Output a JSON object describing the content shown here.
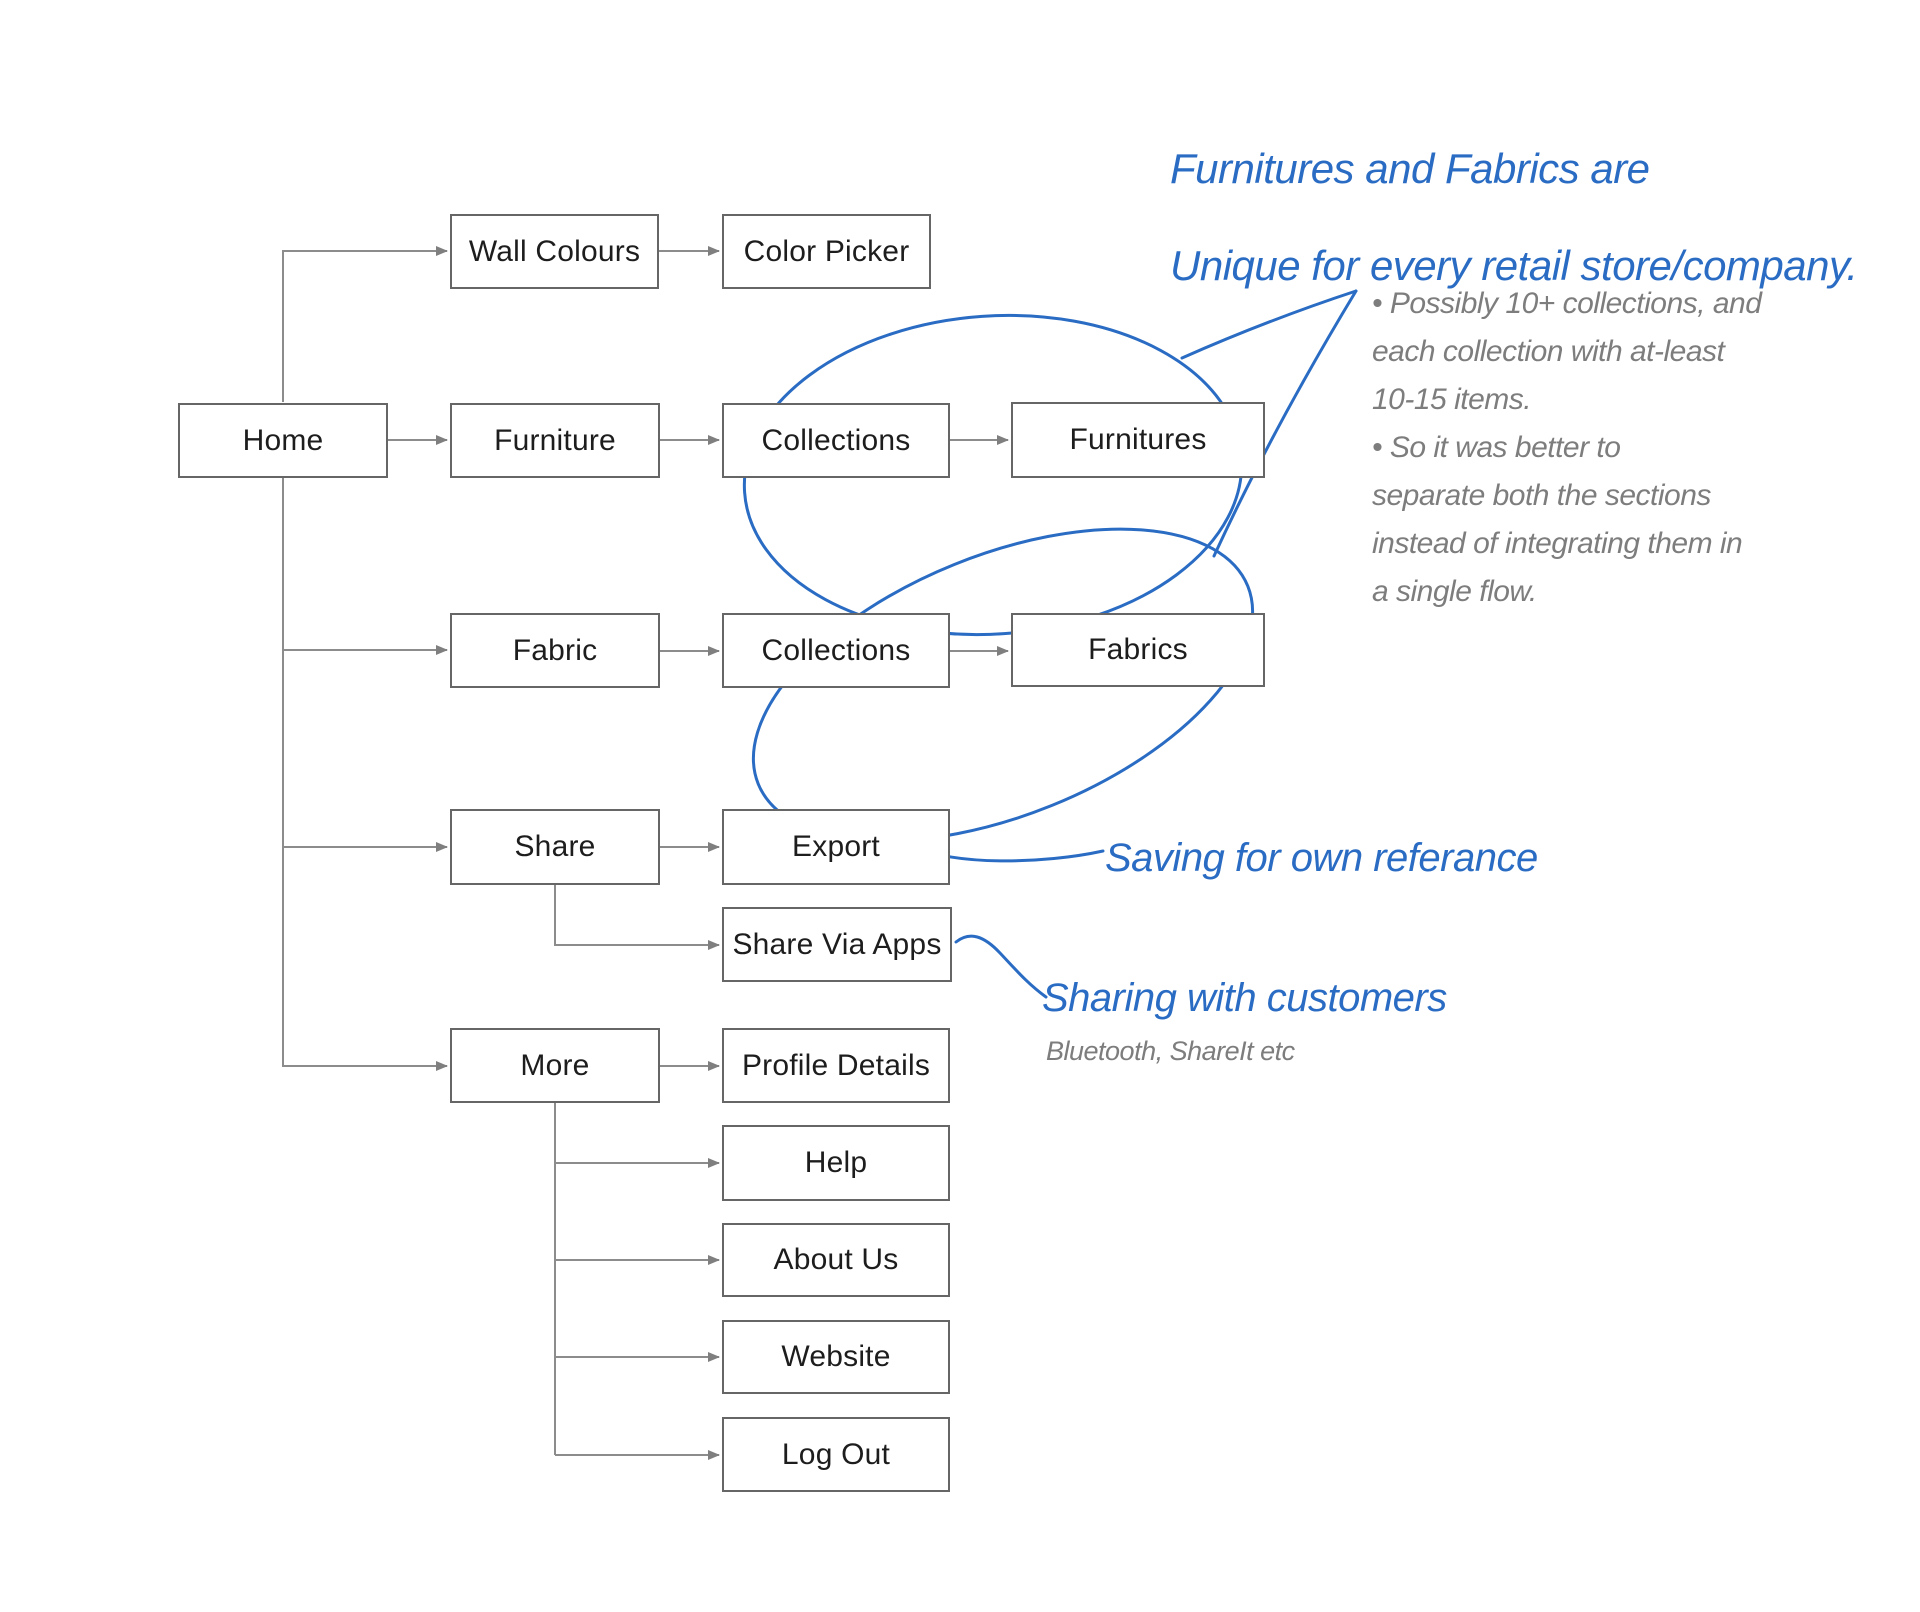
{
  "nodes": {
    "home": {
      "label": "Home"
    },
    "wall_colours": {
      "label": "Wall Colours"
    },
    "color_picker": {
      "label": "Color Picker"
    },
    "furniture": {
      "label": "Furniture"
    },
    "collections_furniture": {
      "label": "Collections"
    },
    "furnitures": {
      "label": "Furnitures"
    },
    "fabric": {
      "label": "Fabric"
    },
    "collections_fabric": {
      "label": "Collections"
    },
    "fabrics": {
      "label": "Fabrics"
    },
    "share": {
      "label": "Share"
    },
    "export": {
      "label": "Export"
    },
    "share_via_apps": {
      "label": "Share Via Apps"
    },
    "more": {
      "label": "More"
    },
    "profile_details": {
      "label": "Profile Details"
    },
    "help": {
      "label": "Help"
    },
    "about_us": {
      "label": "About Us"
    },
    "website": {
      "label": "Website"
    },
    "log_out": {
      "label": "Log Out"
    }
  },
  "annotations": {
    "heading_line1": "Furnitures and Fabrics are",
    "heading_line2": "Unique for every retail store/company.",
    "bullet_lines": [
      "• Possibly 10+ collections, and",
      "each collection with at-least",
      "10-15 items.",
      "• So it was better to",
      "separate both the sections",
      "instead of integrating them in",
      "a single flow."
    ],
    "export_note": "Saving for own referance",
    "share_note": "Sharing with customers",
    "share_note_sub": "Bluetooth, ShareIt etc"
  },
  "colors": {
    "annotation_blue": "#2a6cc3",
    "note_gray": "#7d7d7d",
    "box_border": "#666666",
    "connector_gray": "#8c8c8c"
  }
}
